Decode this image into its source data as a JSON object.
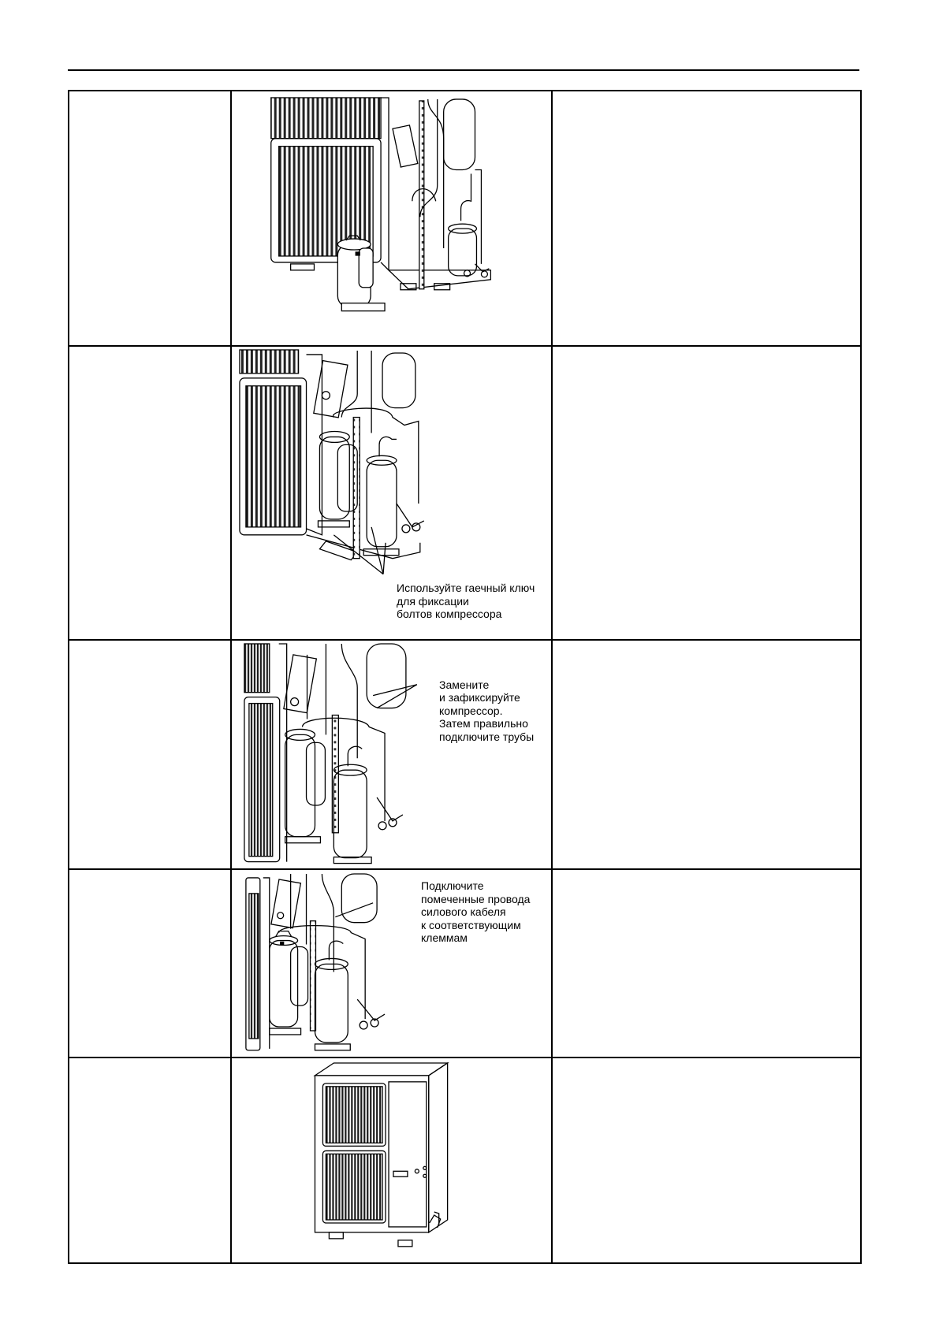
{
  "steps": [
    {
      "image": "compressor-removed-illustration",
      "callout": "",
      "step_text": "",
      "notes": ""
    },
    {
      "image": "wrench-compressor-bolts-illustration",
      "callout": "Используйте гаечный ключ\nдля фиксации\nболтов компрессора",
      "step_text": "",
      "notes": ""
    },
    {
      "image": "replace-compressor-illustration",
      "callout": "Замените\nи зафиксируйте\nкомпрессор.\nЗатем правильно\nподключите трубы",
      "step_text": "",
      "notes": ""
    },
    {
      "image": "connect-wires-illustration",
      "callout": "Подключите\nпомеченные провода\nсилового кабеля\nк соответствующим\nклеммам",
      "step_text": "",
      "notes": ""
    },
    {
      "image": "outdoor-unit-assembled-illustration",
      "callout": "",
      "step_text": "",
      "notes": ""
    }
  ]
}
